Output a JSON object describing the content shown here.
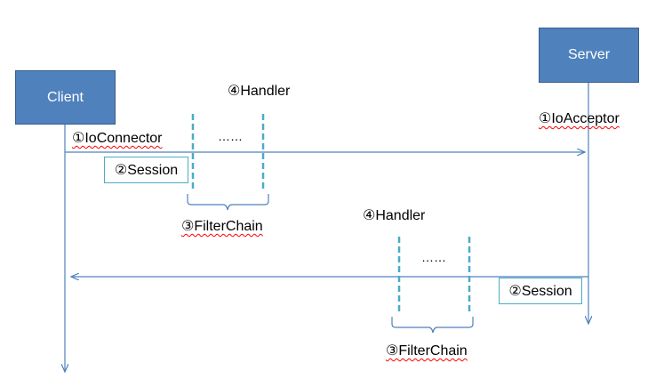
{
  "actors": {
    "client": "Client",
    "server": "Server"
  },
  "labels": {
    "io_connector": "①IoConnector",
    "io_acceptor": "①IoAcceptor",
    "session_top": "②Session",
    "session_bottom": "②Session",
    "handler_top": "④Handler",
    "handler_bottom": "④Handler",
    "filterchain_top": "③FilterChain",
    "filterchain_bottom": "③FilterChain",
    "ellipsis_top": "……",
    "ellipsis_bottom": "……"
  },
  "colors": {
    "actor_fill": "#4f81bd",
    "arrow": "#4f81bd",
    "filter_line": "#4bacc6"
  }
}
